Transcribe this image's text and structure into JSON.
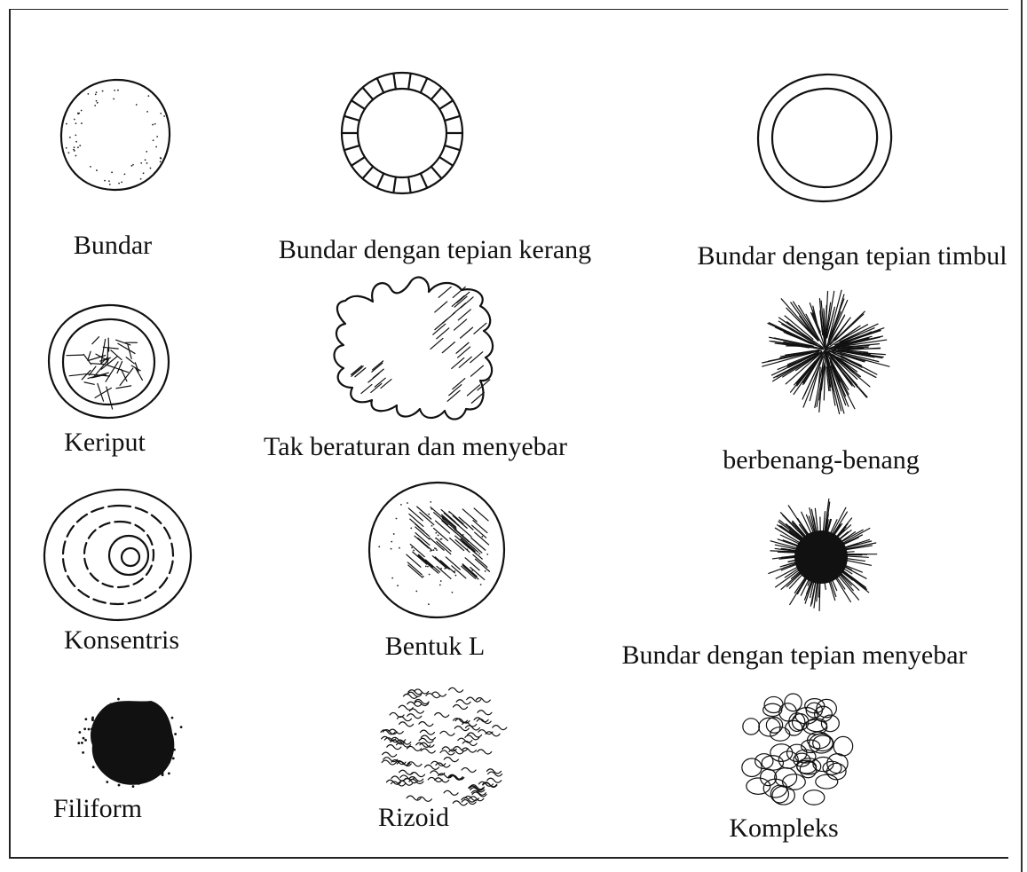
{
  "colonies": [
    {
      "label": "Bundar",
      "icon": "round-colony-icon"
    },
    {
      "label": "Bundar dengan tepian kerang",
      "icon": "scalloped-edge-colony-icon"
    },
    {
      "label": "Bundar dengan tepian timbul",
      "icon": "raised-edge-colony-icon"
    },
    {
      "label": "Keriput",
      "icon": "wrinkled-colony-icon"
    },
    {
      "label": "Tak beraturan dan menyebar",
      "icon": "irregular-spreading-colony-icon"
    },
    {
      "label": "berbenang-benang",
      "icon": "filamentous-colony-icon"
    },
    {
      "label": "Konsentris",
      "icon": "concentric-colony-icon"
    },
    {
      "label": "Bentuk L",
      "icon": "l-form-colony-icon"
    },
    {
      "label": "Bundar dengan tepian menyebar",
      "icon": "spreading-edge-colony-icon"
    },
    {
      "label": "Filiform",
      "icon": "filiform-colony-icon"
    },
    {
      "label": "Rizoid",
      "icon": "rhizoid-colony-icon"
    },
    {
      "label": "Kompleks",
      "icon": "complex-colony-icon"
    }
  ]
}
